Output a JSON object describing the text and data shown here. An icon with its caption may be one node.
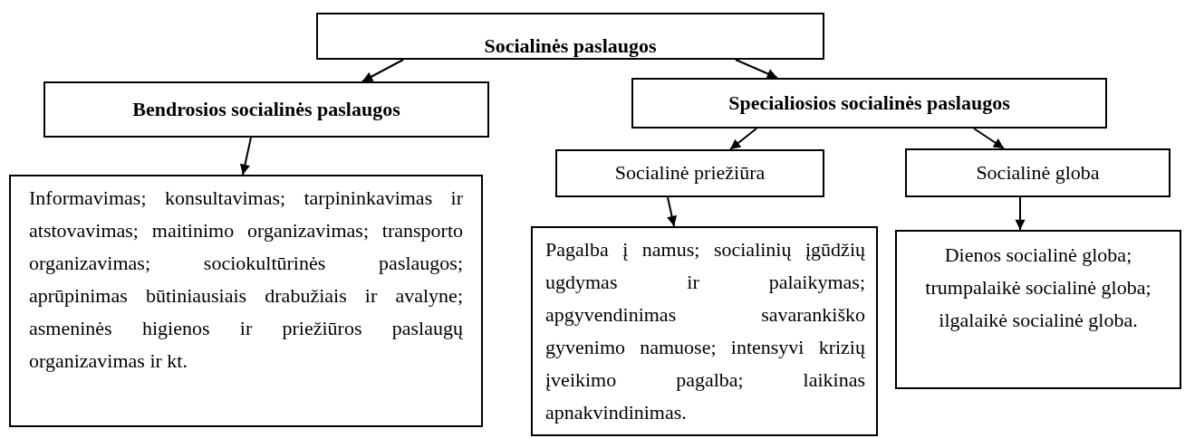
{
  "diagram": {
    "nodes": [
      {
        "text": [
          "Socialinės paslaugos"
        ]
      },
      {
        "text": [
          "Bendrosios socialinės paslaugos"
        ]
      },
      {
        "text": [
          "Specialiosios socialinės paslaugos"
        ]
      },
      {
        "text": [
          "Socialinė priežiūra"
        ]
      },
      {
        "text": [
          "Socialinė globa"
        ]
      },
      {
        "text": [
          "Informavimas; konsultavimas; tarpininkavimas ir atstovavimas; maitinimo organizavimas; transporto organizavimas; sociokultūrinės paslaugos; aprūpinimas būtiniausiais drabužiais ir avalyne; asmeninės higienos ir priežiūros paslaugų organizavimas ir kt."
        ]
      },
      {
        "text": [
          "Pagalba į namus; socialinių įgūdžių ugdymas ir palaikymas; apgyvendinimas savarankiško gyvenimo namuose; intensyvi krizių įveikimo pagalba; laikinas apnakvindinimas."
        ]
      },
      {
        "text": [
          "Dienos socialinė globa; trumpalaikė socialinė globa; ilgalaikė socialinė globa."
        ]
      }
    ],
    "edges": [
      {
        "from": 0,
        "to": 1,
        "arrow": "to"
      },
      {
        "from": 0,
        "to": 2,
        "arrow": "to"
      },
      {
        "from": 1,
        "to": 5,
        "arrow": "to"
      },
      {
        "from": 2,
        "to": 3,
        "arrow": "to"
      },
      {
        "from": 2,
        "to": 4,
        "arrow": "to"
      },
      {
        "from": 3,
        "to": 6,
        "arrow": "to"
      },
      {
        "from": 4,
        "to": 7,
        "arrow": "to"
      }
    ]
  }
}
